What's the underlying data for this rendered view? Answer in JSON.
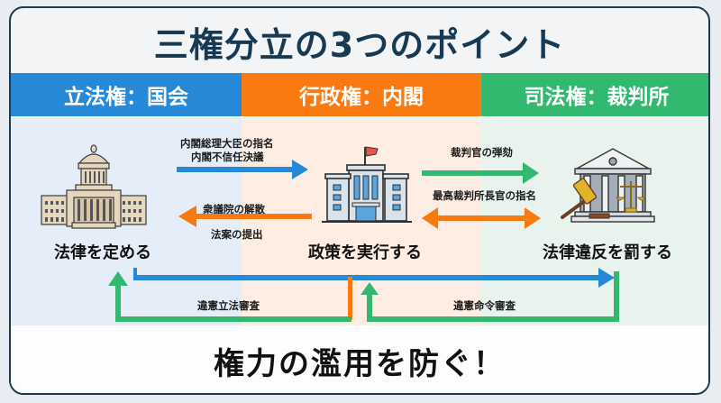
{
  "title": "三権分立の3つのポイント",
  "branches": [
    {
      "header": "立法権：国会",
      "role": "法律を定める",
      "icon": "parliament-building-icon",
      "color": "#2589d8"
    },
    {
      "header": "行政権：内閣",
      "role": "政策を実行する",
      "icon": "government-office-building-icon",
      "color": "#f97a10"
    },
    {
      "header": "司法権：裁判所",
      "role": "法律違反を罰する",
      "icon": "courthouse-gavel-scales-icon",
      "color": "#33b870"
    }
  ],
  "arrows": {
    "legislative_to_executive": [
      "内閣総理大臣の指名",
      "内閣不信任決議"
    ],
    "executive_to_legislative": [
      "衆議院の解散",
      "法案の提出"
    ],
    "legislative_to_judicial_label": "裁判官の弾劾",
    "executive_judicial_label": "最高裁判所長官の指名",
    "judicial_to_legislative": "違憲立法審査",
    "judicial_to_executive": "違憲命令審査"
  },
  "footer": "権力の濫用を防ぐ！",
  "colors": {
    "frame": "#1c3a50",
    "title": "#173a52",
    "blue": "#2589d8",
    "orange": "#f97a10",
    "green": "#33b870"
  }
}
